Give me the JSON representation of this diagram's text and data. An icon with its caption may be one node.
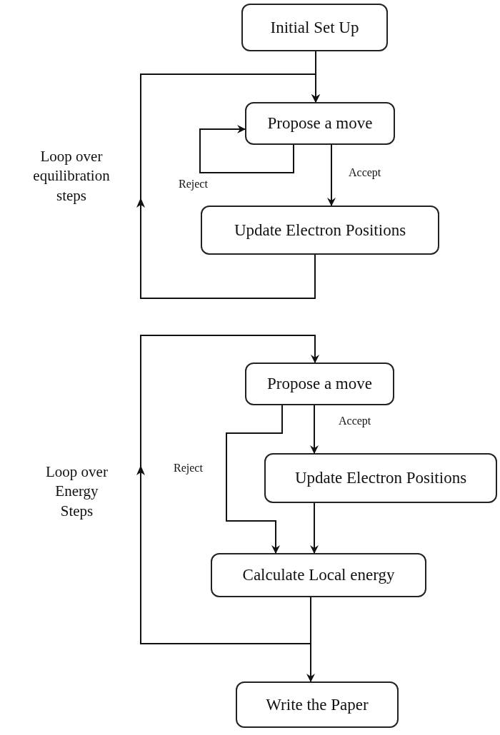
{
  "diagram": {
    "nodes": [
      {
        "text": [
          "Initial Set Up"
        ]
      },
      {
        "text": [
          "Propose a move"
        ]
      },
      {
        "text": [
          "Update Electron Positions"
        ]
      },
      {
        "text": [
          "Propose a move"
        ]
      },
      {
        "text": [
          "Update Electron Positions"
        ]
      },
      {
        "text": [
          "Calculate Local energy"
        ]
      },
      {
        "text": [
          "Write the Paper"
        ]
      }
    ],
    "edges": [
      {
        "from": 0,
        "to": 1,
        "arrow": "to"
      },
      {
        "from": 1,
        "to": 1,
        "arrow": "to",
        "label": "Reject"
      },
      {
        "from": 1,
        "to": 2,
        "arrow": "to",
        "label": "Accept"
      },
      {
        "from": 2,
        "to": 1,
        "arrow": "to",
        "label": "Loop over equilibration steps"
      },
      {
        "from": 3,
        "to": 4,
        "arrow": "to",
        "label": "Accept"
      },
      {
        "from": 3,
        "to": 5,
        "arrow": "to",
        "label": "Reject"
      },
      {
        "from": 4,
        "to": 5,
        "arrow": "to"
      },
      {
        "from": 5,
        "to": 3,
        "arrow": "to",
        "label": "Loop over Energy Steps"
      },
      {
        "from": 5,
        "to": 6,
        "arrow": "to"
      }
    ]
  }
}
